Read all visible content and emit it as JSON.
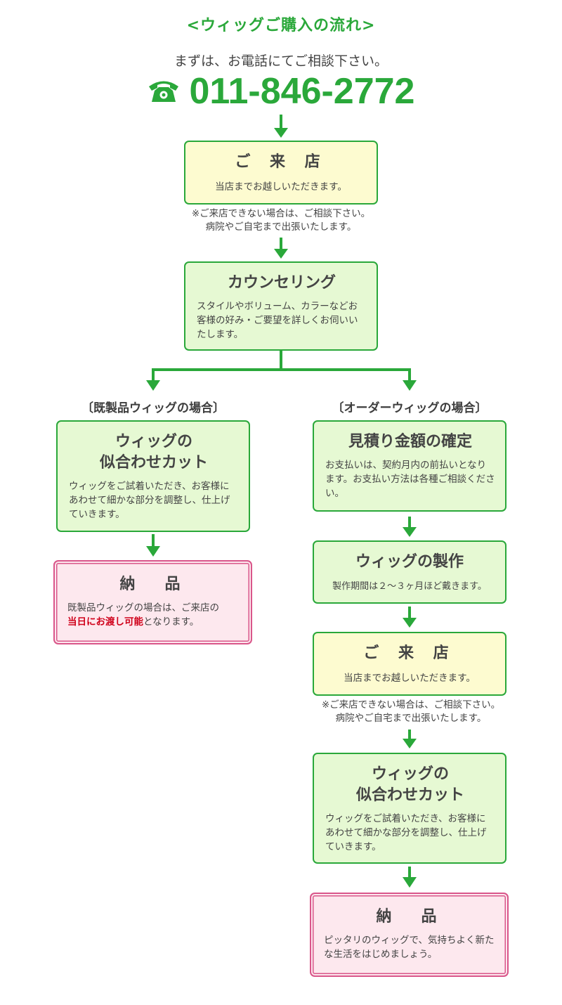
{
  "title": "<ウィッグご購入の流れ>",
  "intro": "まずは、お電話にてご相談下さい。",
  "phone": "011-846-2772",
  "colors": {
    "accent": "#2aa83a",
    "yellow_box": "#fdfbd0",
    "green_box": "#e6f9d3",
    "pink_box": "#fde8ee",
    "pink_border": "#d9568a",
    "highlight": "#d0021b"
  },
  "step_visit": {
    "heading": "ご 来 店",
    "body": "当店までお越しいただきます。",
    "note_line1": "※ご来店できない場合は、ご相談下さい。",
    "note_line2": "病院やご自宅まで出張いたします。"
  },
  "step_counseling": {
    "heading": "カウンセリング",
    "body": "スタイルやボリューム、カラーなどお客様の好み・ご要望を詳しくお伺いいたします。"
  },
  "branch_left": {
    "label": "〔既製品ウィッグの場合〕",
    "fitting": {
      "heading_line1": "ウィッグの",
      "heading_line2": "似合わせカット",
      "body": "ウィッグをご試着いただき、お客様にあわせて細かな部分を調整し、仕上げていきます。"
    },
    "delivery": {
      "heading": "納　品",
      "body_line1": "既製品ウィッグの場合は、ご来店の",
      "body_highlight": "当日にお渡し可能",
      "body_suffix": "となります。"
    }
  },
  "branch_right": {
    "label": "〔オーダーウィッグの場合〕",
    "estimate": {
      "heading": "見積り金額の確定",
      "body": "お支払いは、契約月内の前払いとなります。お支払い方法は各種ご相談ください。"
    },
    "production": {
      "heading": "ウィッグの製作",
      "body": "製作期間は２～３ヶ月ほど戴きます。"
    },
    "visit": {
      "heading": "ご 来 店",
      "body": "当店までお越しいただきます。",
      "note_line1": "※ご来店できない場合は、ご相談下さい。",
      "note_line2": "病院やご自宅まで出張いたします。"
    },
    "fitting": {
      "heading_line1": "ウィッグの",
      "heading_line2": "似合わせカット",
      "body": "ウィッグをご試着いただき、お客様にあわせて細かな部分を調整し、仕上げていきます。"
    },
    "delivery": {
      "heading": "納　品",
      "body": "ピッタリのウィッグで、気持ちよく新たな生活をはじめましょう。"
    }
  }
}
